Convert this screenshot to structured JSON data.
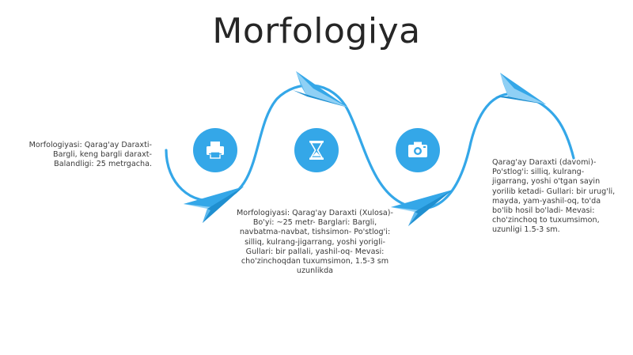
{
  "title": "Morfologiya",
  "colors": {
    "accent": "#34a7e8",
    "accent_dark": "#1f8fd0",
    "accent_light": "#8fd0f5",
    "text": "#3a3a3a",
    "title": "#262626"
  },
  "steps": [
    {
      "icon": "printer-icon",
      "text": "Morfologiyasi: Qarag'ay Daraxti-\nBargli, keng bargli daraxt-\nBalandligi: 25 metrgacha."
    },
    {
      "icon": "hourglass-icon",
      "text": "Morfologiyasi: Qarag'ay Daraxti (Xulosa)-\nBo'yi: ~25 metr- Barglari: Bargli,\nnavbatma-navbat, tishsimon- Po'stlog'i:\nsilliq, kulrang-jigarrang, yoshi yorigli-\nGullari: bir pallali, yashil-oq- Mevasi:\ncho'zinchoqdan tuxumsimon, 1.5-3 sm\nuzunlikda"
    },
    {
      "icon": "camera-icon",
      "text": "Qarag'ay Daraxti (davomi)-\nPo'stlog'i: silliq, kulrang-\njigarrang, yoshi o'tgan sayin\nyorilib ketadi- Gullari: bir urug'li,\nmayda, yam-yashil-oq, to'da\nbo'lib hosil bo'ladi- Mevasi:\ncho'zinchoq to tuxumsimon,\nuzunligi 1.5-3 sm."
    }
  ]
}
